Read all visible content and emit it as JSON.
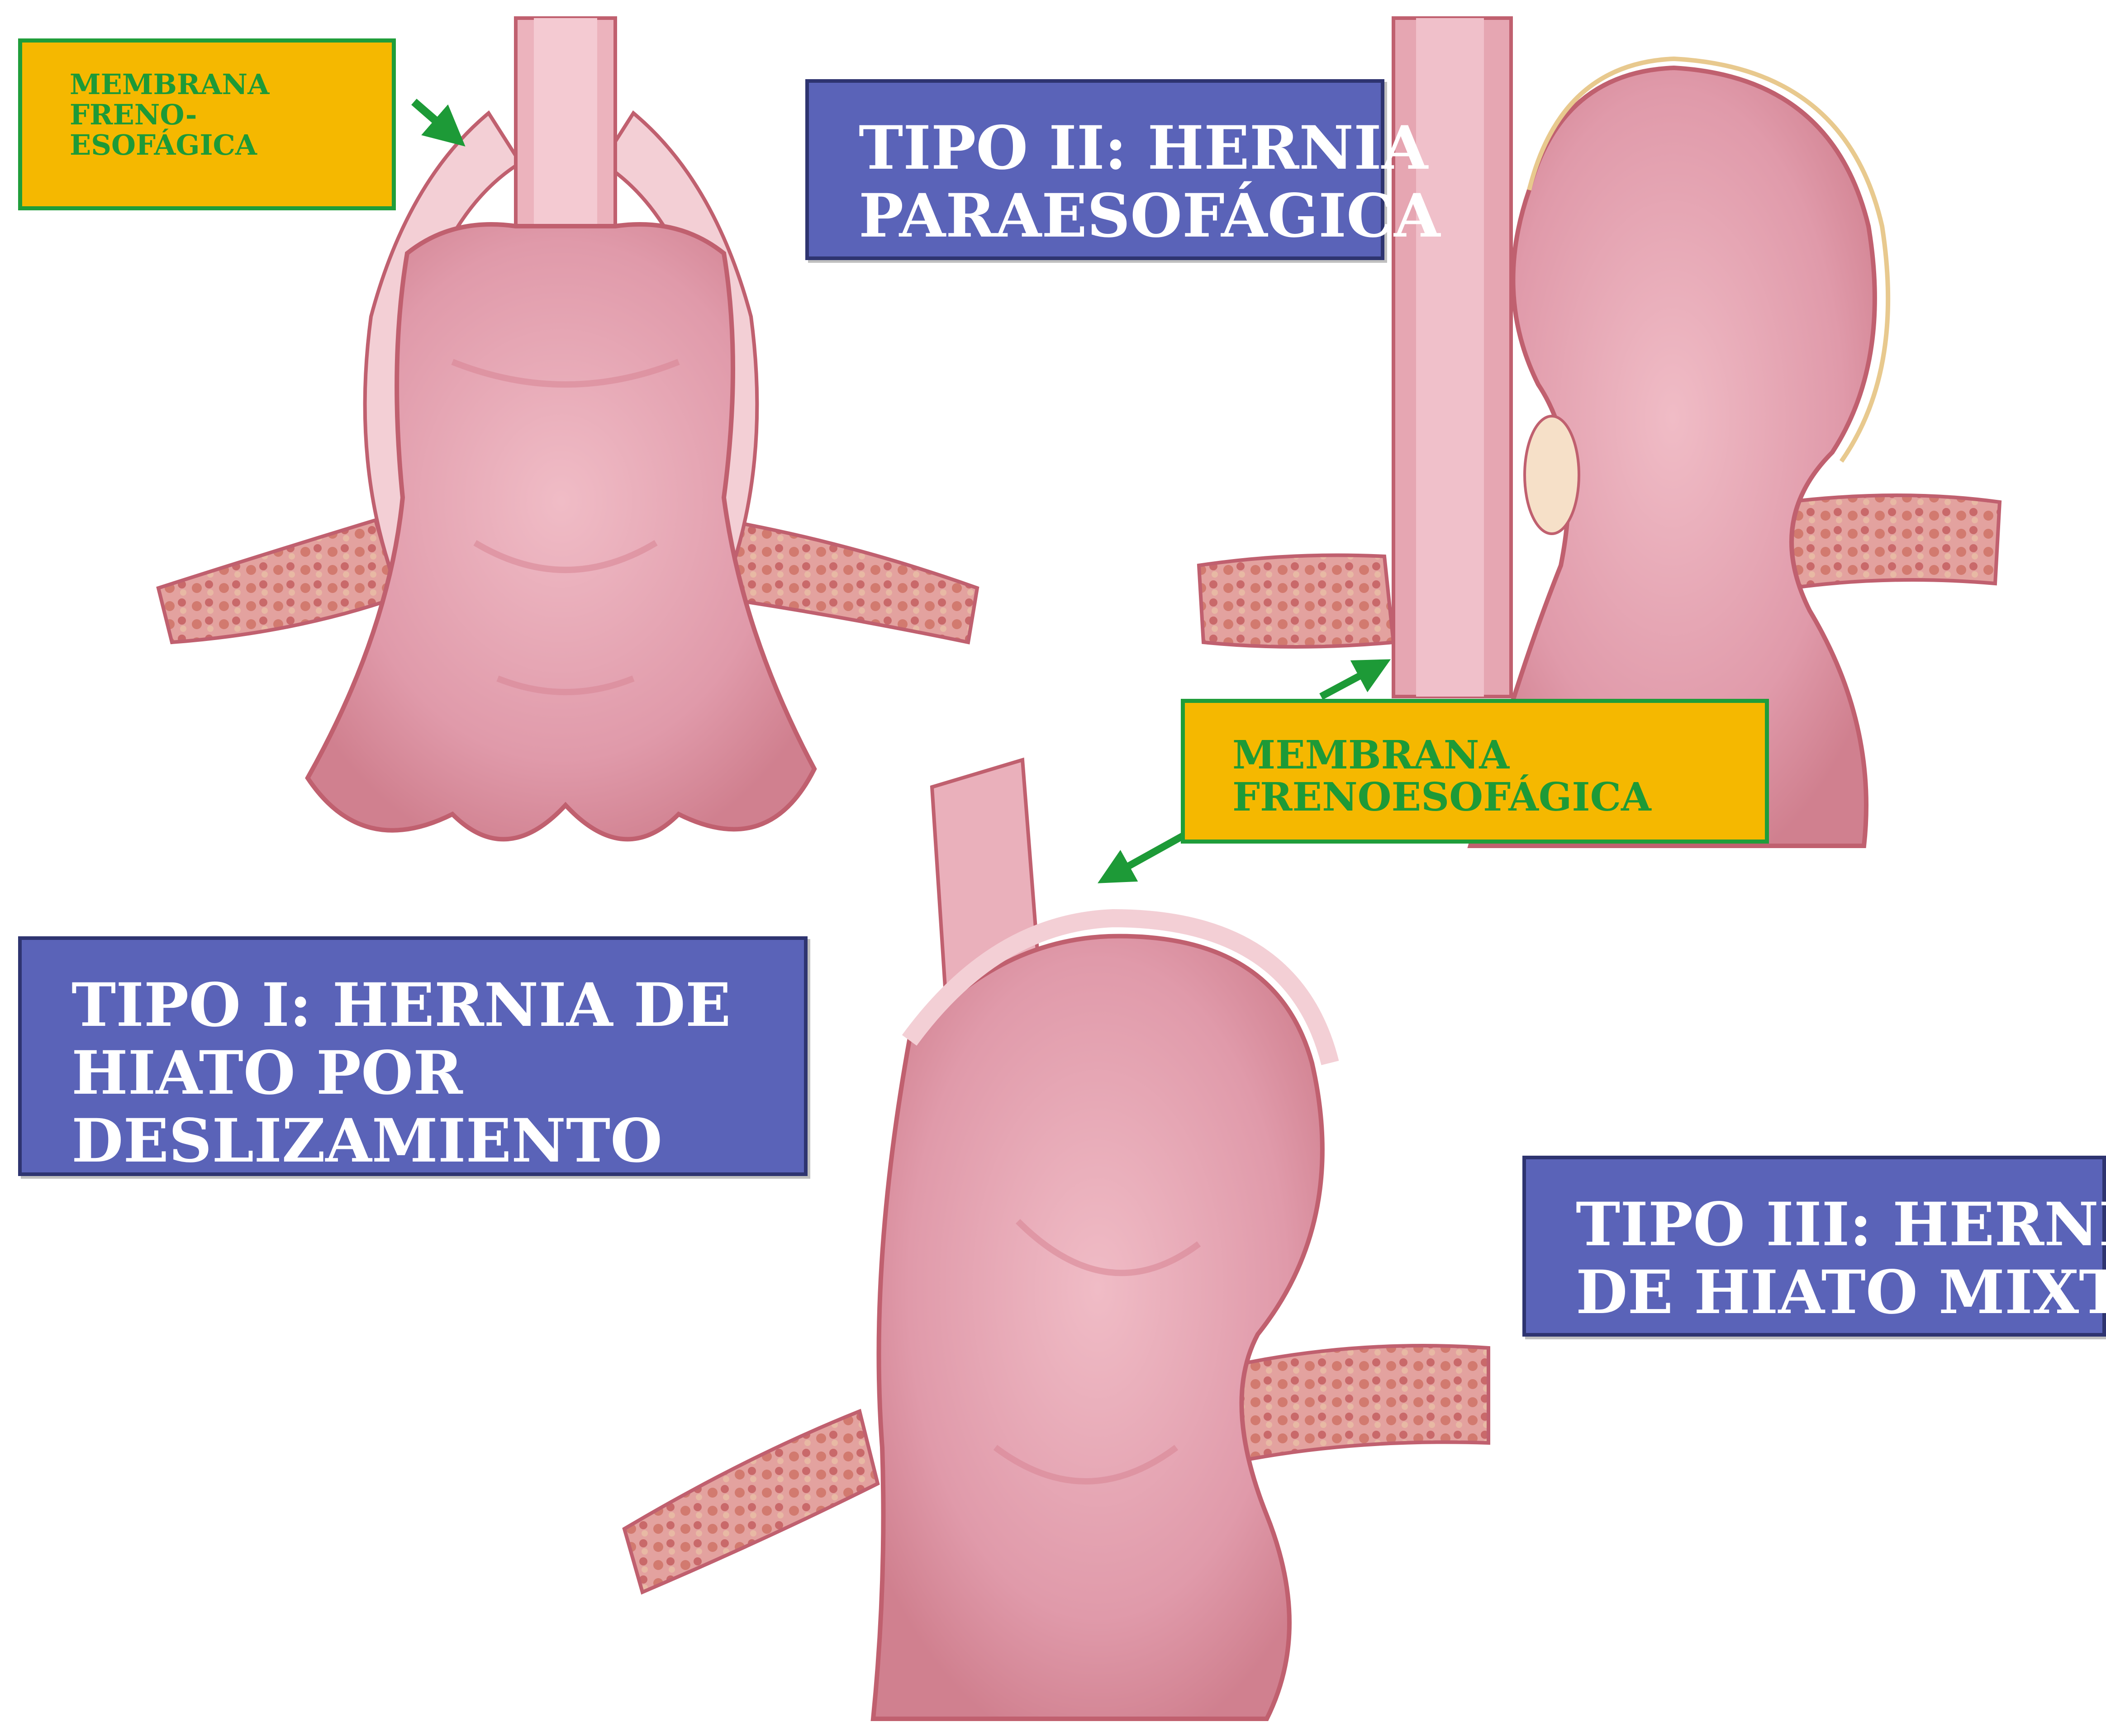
{
  "labels": {
    "tipo_i": [
      "TIPO I: HERNIA DE",
      "HIATO POR",
      "DESLIZAMIENTO"
    ],
    "tipo_ii": [
      "TIPO II: HERNIA",
      "PARAESOFÁGICA"
    ],
    "tipo_iii": [
      "TIPO III: HERNIA",
      "DE HIATO MIXTA"
    ],
    "membrana_1": [
      "MEMBRANA",
      "FRENO-",
      "ESOFÁGICA"
    ],
    "membrana_2": [
      "MEMBRANA",
      "FRENOESOFÁGICA"
    ]
  },
  "colors": {
    "type_label_bg": "#5a63b8",
    "membrane_label_bg": "#f5b800",
    "membrane_text_and_arrow": "#1d9a37",
    "tissue": "#e9a4b2",
    "tissue_inner": "#dc8fa0",
    "tissue_outline": "#c0606f",
    "muscle": "#d98f90"
  }
}
